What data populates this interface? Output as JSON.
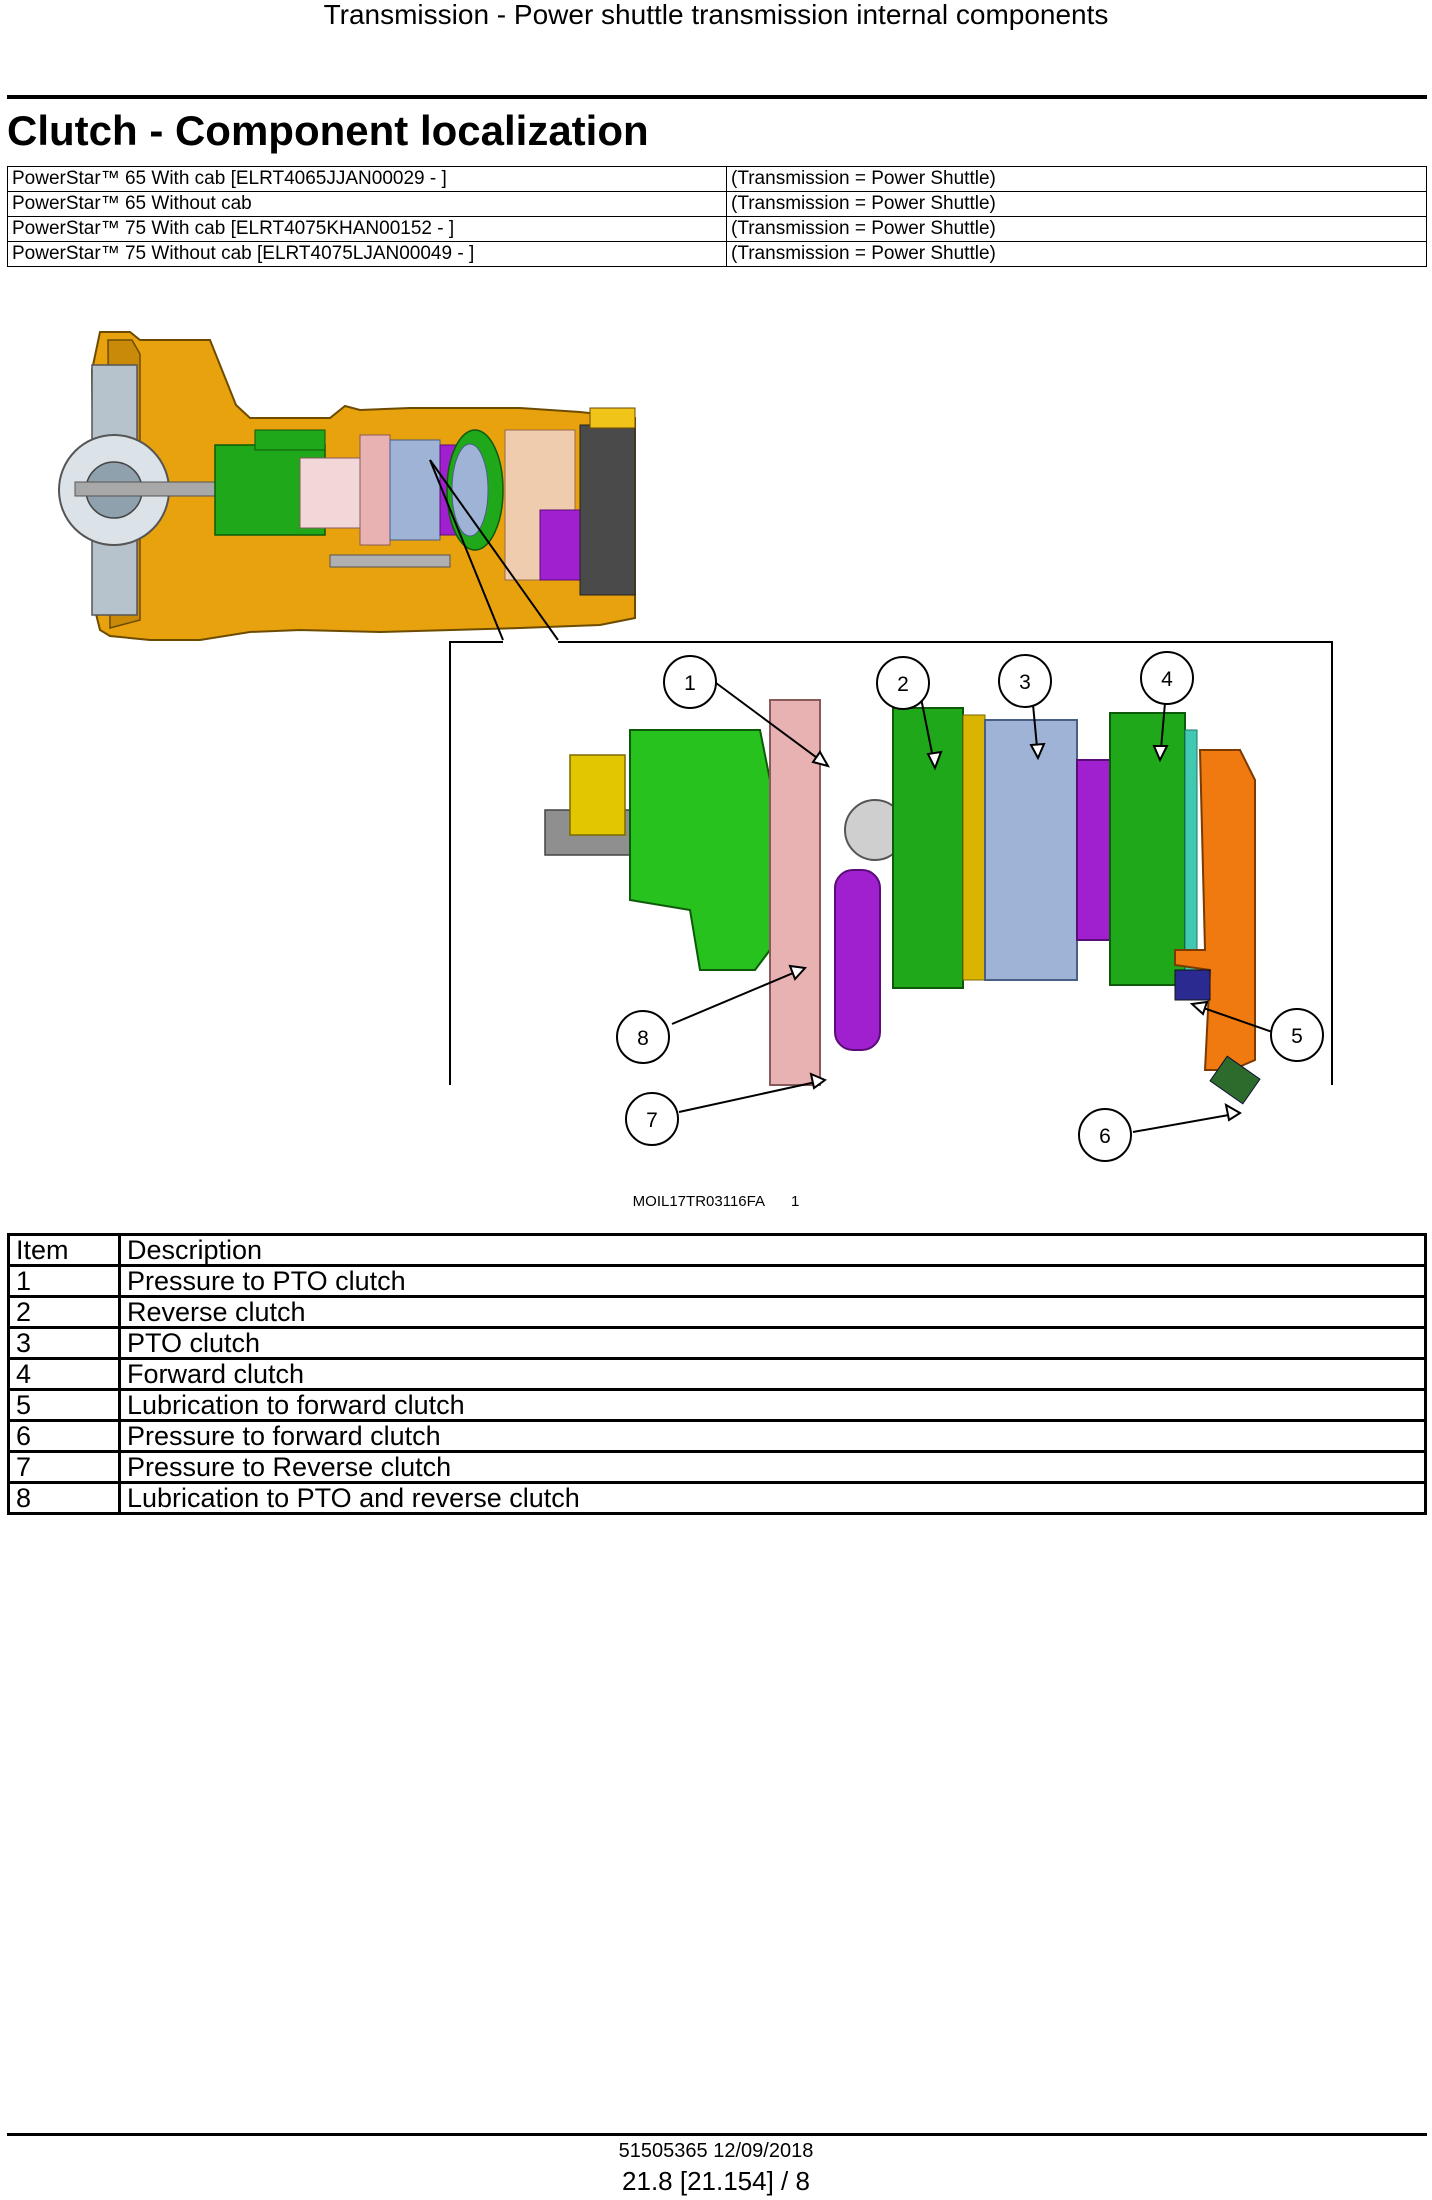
{
  "header": {
    "running_title": "Transmission - Power shuttle transmission internal components"
  },
  "section": {
    "title": "Clutch - Component localization"
  },
  "applicability": [
    {
      "model": "PowerStar™ 65 With cab [ELRT4065JJAN00029 - ]",
      "condition": "(Transmission = Power Shuttle)"
    },
    {
      "model": "PowerStar™ 65 Without cab",
      "condition": "(Transmission = Power Shuttle)"
    },
    {
      "model": "PowerStar™ 75 With cab [ELRT4075KHAN00152 - ]",
      "condition": "(Transmission = Power Shuttle)"
    },
    {
      "model": "PowerStar™ 75 Without cab [ELRT4075LJAN00049 - ]",
      "condition": "(Transmission = Power Shuttle)"
    }
  ],
  "figure": {
    "callouts": [
      "1",
      "2",
      "3",
      "4",
      "5",
      "6",
      "7",
      "8"
    ],
    "image_code": "MOIL17TR03116FA",
    "figure_number": "1",
    "colors": {
      "housing": "#e8a20e",
      "green_part": "#1fa81a",
      "clutch_blue": "#9fb3d6",
      "purple": "#a020d0",
      "orange": "#f07a10",
      "pink": "#e9b2b2"
    }
  },
  "items_table": {
    "headers": {
      "item": "Item",
      "description": "Description"
    },
    "rows": [
      {
        "item": "1",
        "description": "Pressure to PTO clutch"
      },
      {
        "item": "2",
        "description": "Reverse clutch"
      },
      {
        "item": "3",
        "description": "PTO clutch"
      },
      {
        "item": "4",
        "description": "Forward clutch"
      },
      {
        "item": "5",
        "description": "Lubrication to forward clutch"
      },
      {
        "item": "6",
        "description": "Pressure to forward clutch"
      },
      {
        "item": "7",
        "description": "Pressure to Reverse clutch"
      },
      {
        "item": "8",
        "description": "Lubrication to PTO and reverse clutch"
      }
    ]
  },
  "footer": {
    "doc_id": "51505365 12/09/2018",
    "page_id": "21.8 [21.154] / 8"
  }
}
